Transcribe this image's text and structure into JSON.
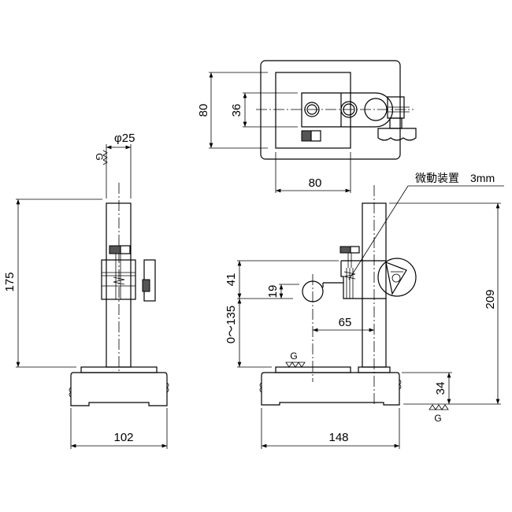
{
  "drawing": {
    "top_view": {
      "dim_depth": "80",
      "dim_bore_spacing": "36",
      "dim_width": "80"
    },
    "side_view": {
      "dim_column_diameter": "φ25",
      "surface_finish": "G",
      "dim_height": "175",
      "dim_base_width": "102"
    },
    "front_view": {
      "fine_adjust_label": "微動装置　3mm",
      "dim_arm_height": "41",
      "dim_stylus_offset": "19",
      "dim_travel": "0～135",
      "dim_reach": "65",
      "dim_total_height": "209",
      "dim_base_height": "34",
      "dim_base_length": "148",
      "surface_finish_table": "G",
      "surface_finish_bottom": "G"
    }
  }
}
